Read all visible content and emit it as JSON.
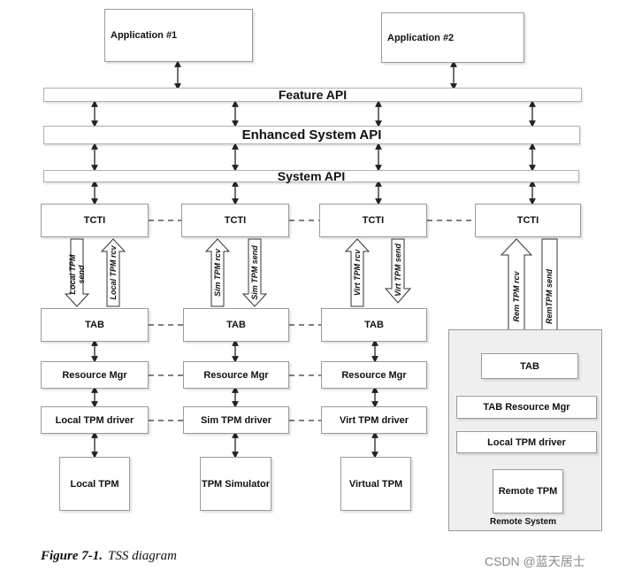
{
  "apps": {
    "app1": "Application #1",
    "app2": "Application #2"
  },
  "layers": {
    "feature_api": "Feature API",
    "enhanced_api": "Enhanced System API",
    "system_api": "System API"
  },
  "columns": {
    "local": {
      "tcti": "TCTI",
      "send": "Local TPM send",
      "rcv": "Local TPM rcv",
      "tab": "TAB",
      "rm": "Resource Mgr",
      "driver": "Local TPM driver",
      "device": "Local TPM"
    },
    "sim": {
      "tcti": "TCTI",
      "rcv": "Sim TPM rcv",
      "send": "Sim TPM send",
      "tab": "TAB",
      "rm": "Resource Mgr",
      "driver": "Sim TPM driver",
      "device": "TPM Simulator"
    },
    "virt": {
      "tcti": "TCTI",
      "rcv": "Virt TPM rcv",
      "send": "Virt TPM send",
      "tab": "TAB",
      "rm": "Resource Mgr",
      "driver": "Virt TPM driver",
      "device": "Virtual TPM"
    },
    "remote": {
      "tcti": "TCTI",
      "rcv": "Rem TPM rcv",
      "send": "RemTPM send",
      "tab": "TAB",
      "rm": "TAB Resource Mgr",
      "driver": "Local TPM driver",
      "device": "Remote TPM",
      "system": "Remote System"
    }
  },
  "caption": {
    "figure": "Figure 7-1.",
    "title": "TSS diagram"
  },
  "watermark": "CSDN @蓝天居士"
}
